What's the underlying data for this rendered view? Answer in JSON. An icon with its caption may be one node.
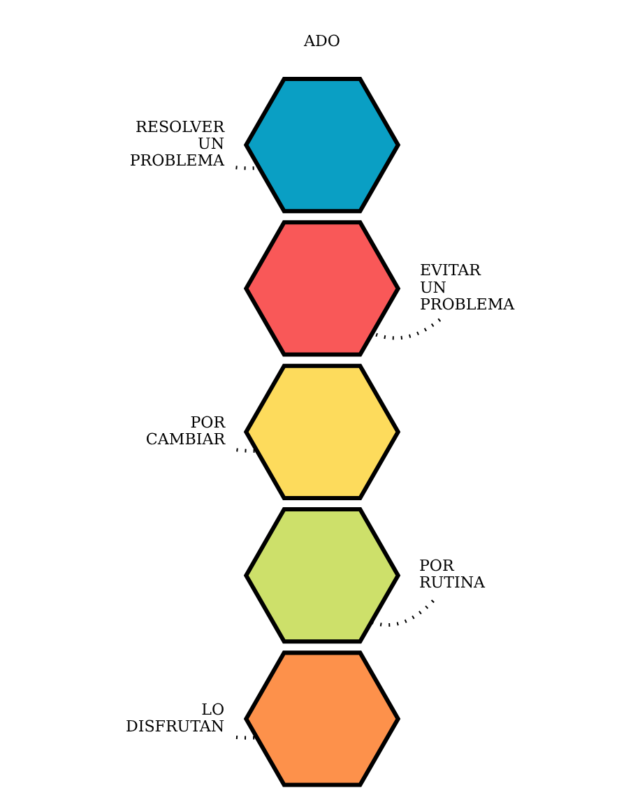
{
  "diagram": {
    "nodes": [
      {
        "text": [],
        "shape": "hexagon"
      },
      {
        "text": [
          "RESOLVER UN PROBLEMA"
        ]
      },
      {
        "text": [],
        "shape": "hexagon"
      },
      {
        "text": [
          "EVITAR UN PROBLEMA"
        ]
      },
      {
        "text": [],
        "shape": "hexagon"
      },
      {
        "text": [
          "POR CAMBIAR"
        ]
      },
      {
        "text": [],
        "shape": "hexagon"
      },
      {
        "text": [
          "POR RUTINA"
        ]
      },
      {
        "text": [],
        "shape": "hexagon"
      },
      {
        "text": [
          "LO DISFRUTAN"
        ]
      }
    ],
    "edges": [
      {
        "from": 1,
        "to": 0,
        "arrow": "none",
        "style": "dashed"
      },
      {
        "from": 3,
        "to": 2,
        "arrow": "none",
        "style": "dashed"
      },
      {
        "from": 5,
        "to": 4,
        "arrow": "none",
        "style": "dashed"
      },
      {
        "from": 7,
        "to": 6,
        "arrow": "none",
        "style": "dashed"
      },
      {
        "from": 9,
        "to": 8,
        "arrow": "none",
        "style": "dashed"
      }
    ],
    "labels": [
      "ADO"
    ]
  }
}
